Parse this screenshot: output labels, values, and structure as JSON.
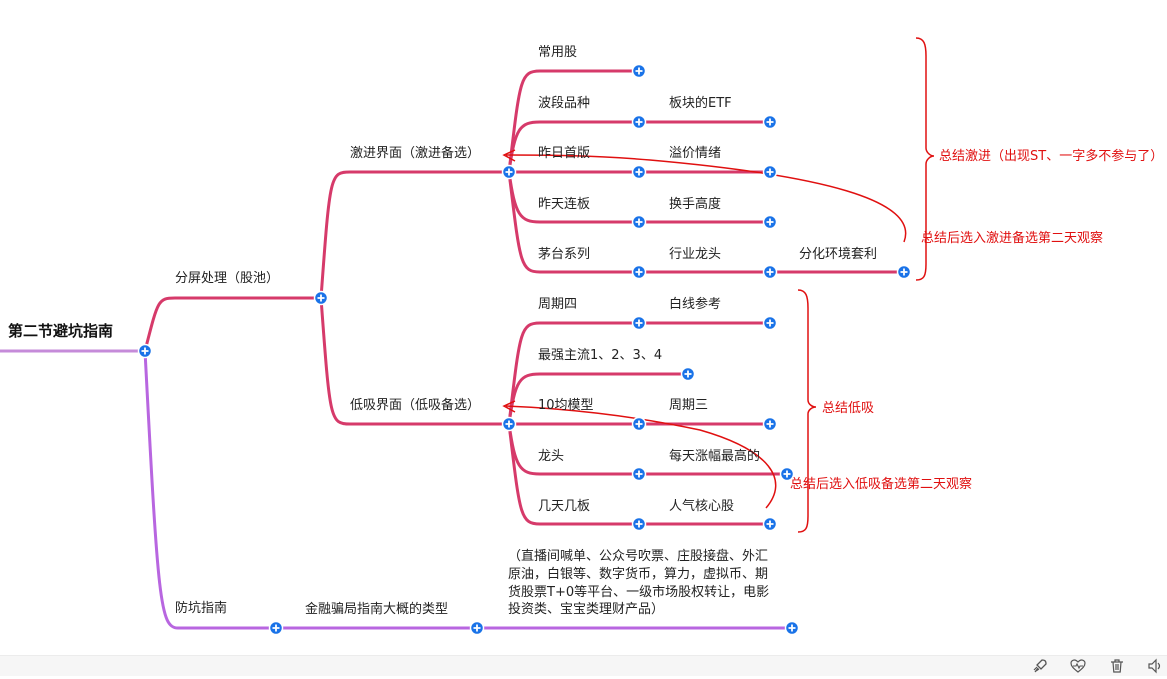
{
  "root": {
    "label": "第二节避坑指南"
  },
  "branch_fenping": {
    "label": "分屏处理（股池）"
  },
  "branch_jijin": {
    "label": "激进界面（激进备选）"
  },
  "branch_dixi": {
    "label": "低吸界面（低吸备选）"
  },
  "branch_fangkeng": {
    "label": "防坑指南"
  },
  "jijin_items": {
    "changyong": "常用股",
    "boduan": "波段品种",
    "bankuai_etf": "板块的ETF",
    "zuori_shouban": "昨日首版",
    "yijia": "溢价情绪",
    "zuotian_lianban": "昨天连板",
    "huanshou": "换手高度",
    "maotai": "茅台系列",
    "hangye_longtou": "行业龙头",
    "fenhua": "分化环境套利"
  },
  "dixi_items": {
    "zhouqisi": "周期四",
    "baixian": "白线参考",
    "zuiqiang": "最强主流1、2、3、4",
    "shijun": "10均模型",
    "zhouqisan": "周期三",
    "longtou": "龙头",
    "meitian": "每天涨幅最高的",
    "jitian": "几天几板",
    "renqi": "人气核心股"
  },
  "fangkeng_items": {
    "jinrong": "金融骗局指南大概的类型",
    "detail_lines": [
      "（直播间喊单、公众号吹票、庄股接盘、外汇",
      "原油，白银等、数字货币，算力，虚拟币、期",
      "货股票T+0等平台、一级市场股权转让，电影",
      "投资类、宝宝类理财产品）"
    ]
  },
  "annotations": {
    "jijin_summary": "总结激进（出现ST、一字多不参与了）",
    "jijin_observe": "总结后选入激进备选第二天观察",
    "dixi_summary": "总结低吸",
    "dixi_observe": "总结后选入低吸备选第二天观察"
  },
  "toolbar": {
    "rocket_icon": "rocket-icon",
    "heart_icon": "heart-pulse-icon",
    "trash_icon": "trash-icon",
    "speaker_icon": "speaker-icon"
  },
  "colors": {
    "root_line": "#c58bd9",
    "main_line": "#d63a6a",
    "purple_line": "#b866e0",
    "expander": "#1a73e8",
    "annotation": "#e01010"
  }
}
